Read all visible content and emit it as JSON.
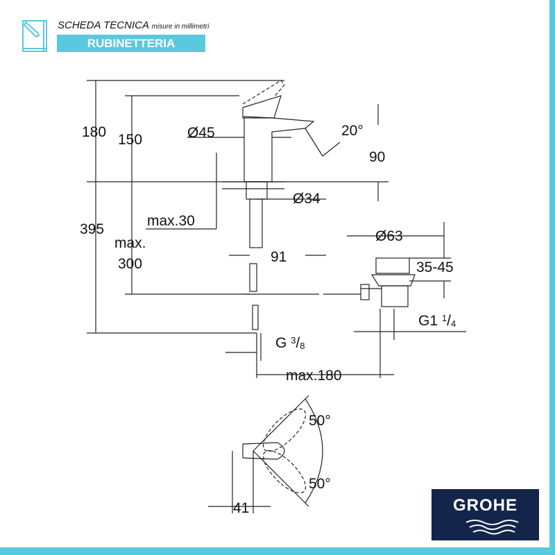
{
  "header": {
    "title": "SCHEDA TECNICA",
    "subtitle": "misure in millimetri",
    "category": "RUBINETTERIA"
  },
  "brand": {
    "logo_text": "GROHE",
    "accent": "#5ac8de",
    "logo_bg": "#13254a"
  },
  "dimensions": {
    "total_height": "180",
    "spout_height": "150",
    "body_diameter": "Ø45",
    "spout_angle": "20°",
    "spout_projection": "90",
    "shank_diameter": "Ø34",
    "max_deck": "max.30",
    "below_deck": "395",
    "max_label": "max.",
    "max_value": "300",
    "drain_offset": "91",
    "drain_diameter": "Ø63",
    "drain_range": "35-45",
    "drain_thread": "G1",
    "drain_thread_sup": "1",
    "drain_thread_sub": "4",
    "supply_thread": "G",
    "supply_thread_sup": "3",
    "supply_thread_sub": "8",
    "max_distance": "max.180",
    "lever_angle_top": "50°",
    "lever_angle_bottom": "50°",
    "lever_offset": "41"
  }
}
